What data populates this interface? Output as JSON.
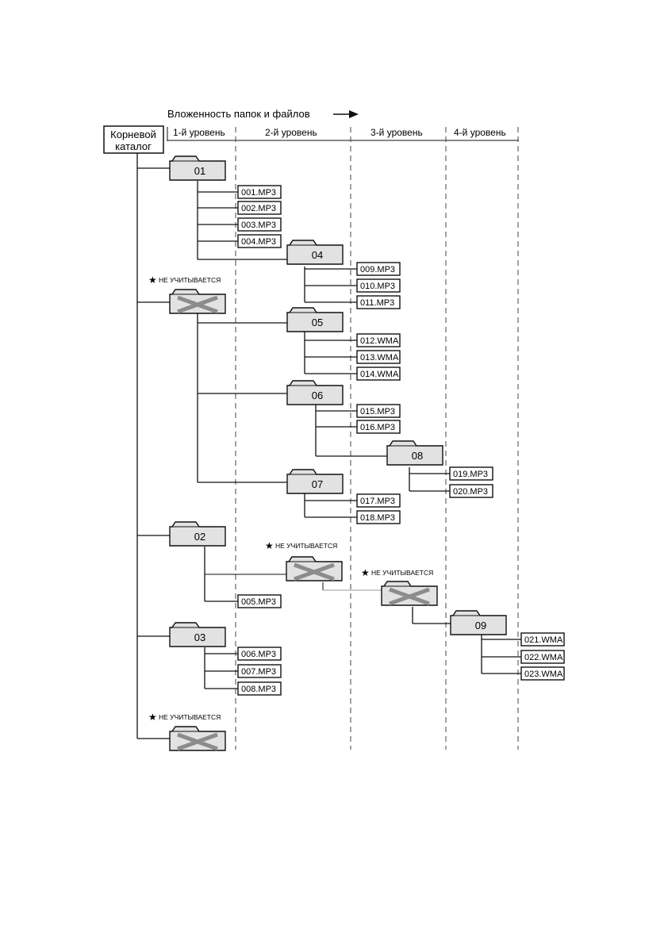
{
  "header": {
    "title": "Вложенность папок и файлов"
  },
  "root": {
    "line1": "Корневой",
    "line2": "каталог"
  },
  "levels": [
    "1-й уровень",
    "2-й уровень",
    "3-й уровень",
    "4-й уровень"
  ],
  "note": "НЕ УЧИТЫВАЕТСЯ",
  "folders": {
    "f01": "01",
    "f04": "04",
    "f05": "05",
    "f06": "06",
    "f07": "07",
    "f08": "08",
    "f02": "02",
    "f03": "03",
    "f09": "09"
  },
  "files": {
    "f001": "001.MP3",
    "f002": "002.MP3",
    "f003": "003.MP3",
    "f004": "004.MP3",
    "f009": "009.MP3",
    "f010": "010.MP3",
    "f011": "011.MP3",
    "f012": "012.WMA",
    "f013": "013.WMA",
    "f014": "014.WMA",
    "f015": "015.MP3",
    "f016": "016.MP3",
    "f019": "019.MP3",
    "f020": "020.MP3",
    "f017": "017.MP3",
    "f018": "018.MP3",
    "f005": "005.MP3",
    "f006": "006.MP3",
    "f007": "007.MP3",
    "f008": "008.MP3",
    "f021": "021.WMA",
    "f022": "022.WMA",
    "f023": "023.WMA"
  },
  "colors": {
    "folder_fill": "#e2e2e2",
    "ignored_x": "#8c8c8c",
    "line": "#111111"
  }
}
